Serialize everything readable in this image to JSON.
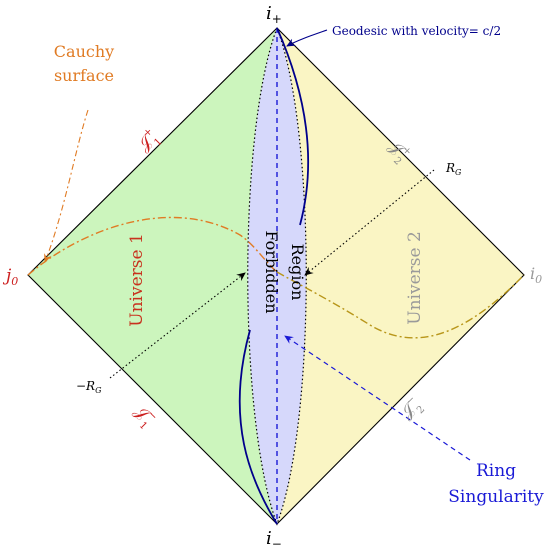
{
  "labels": {
    "i_plus": "i",
    "i_plus_sub": "+",
    "i_minus": "i",
    "i_minus_sub": "−",
    "i0_right": "i",
    "i0_right_sub": "0",
    "j0_left": "j",
    "j0_left_sub": "0",
    "scri_plus_1": "𝒥",
    "scri_plus_1_sup": "+",
    "scri_plus_1_sub": "1",
    "scri_plus_2": "𝒥",
    "scri_plus_2_sup": "+",
    "scri_plus_2_sub": "2",
    "scri_minus_1": "𝒥",
    "scri_minus_1_sup": "−",
    "scri_minus_1_sub": "1",
    "scri_minus_2": "𝒥",
    "scri_minus_2_sup": "−",
    "scri_minus_2_sub": "2",
    "geodesic": "Geodesic with velocity= c/2",
    "cauchy_line1": "Cauchy",
    "cauchy_line2": "surface",
    "r_g_pos": "R",
    "r_g_pos_sub": "G",
    "r_g_neg": "−R",
    "r_g_neg_sub": "G",
    "universe1": "Universe 1",
    "universe2": "Universe 2",
    "forbidden": "Forbidden",
    "region": "Region",
    "ring_line1": "Ring",
    "ring_line2": "Singularity"
  },
  "colors": {
    "universe1_fill": "#ccf5bd",
    "universe2_fill": "#faf5c4",
    "forbidden_fill": "#d6d8fb",
    "outline": "#000000",
    "geodesic": "#00008b",
    "cauchy": "#e07b24",
    "cauchy_right": "#b8961a",
    "ring_singularity": "#1a1ad6",
    "scri_red": "#cc1f1f",
    "scri_grey": "#888888",
    "universe1_text": "#c8321e",
    "universe2_text": "#9a9a9a"
  },
  "icons": [
    "arrow-icon"
  ]
}
